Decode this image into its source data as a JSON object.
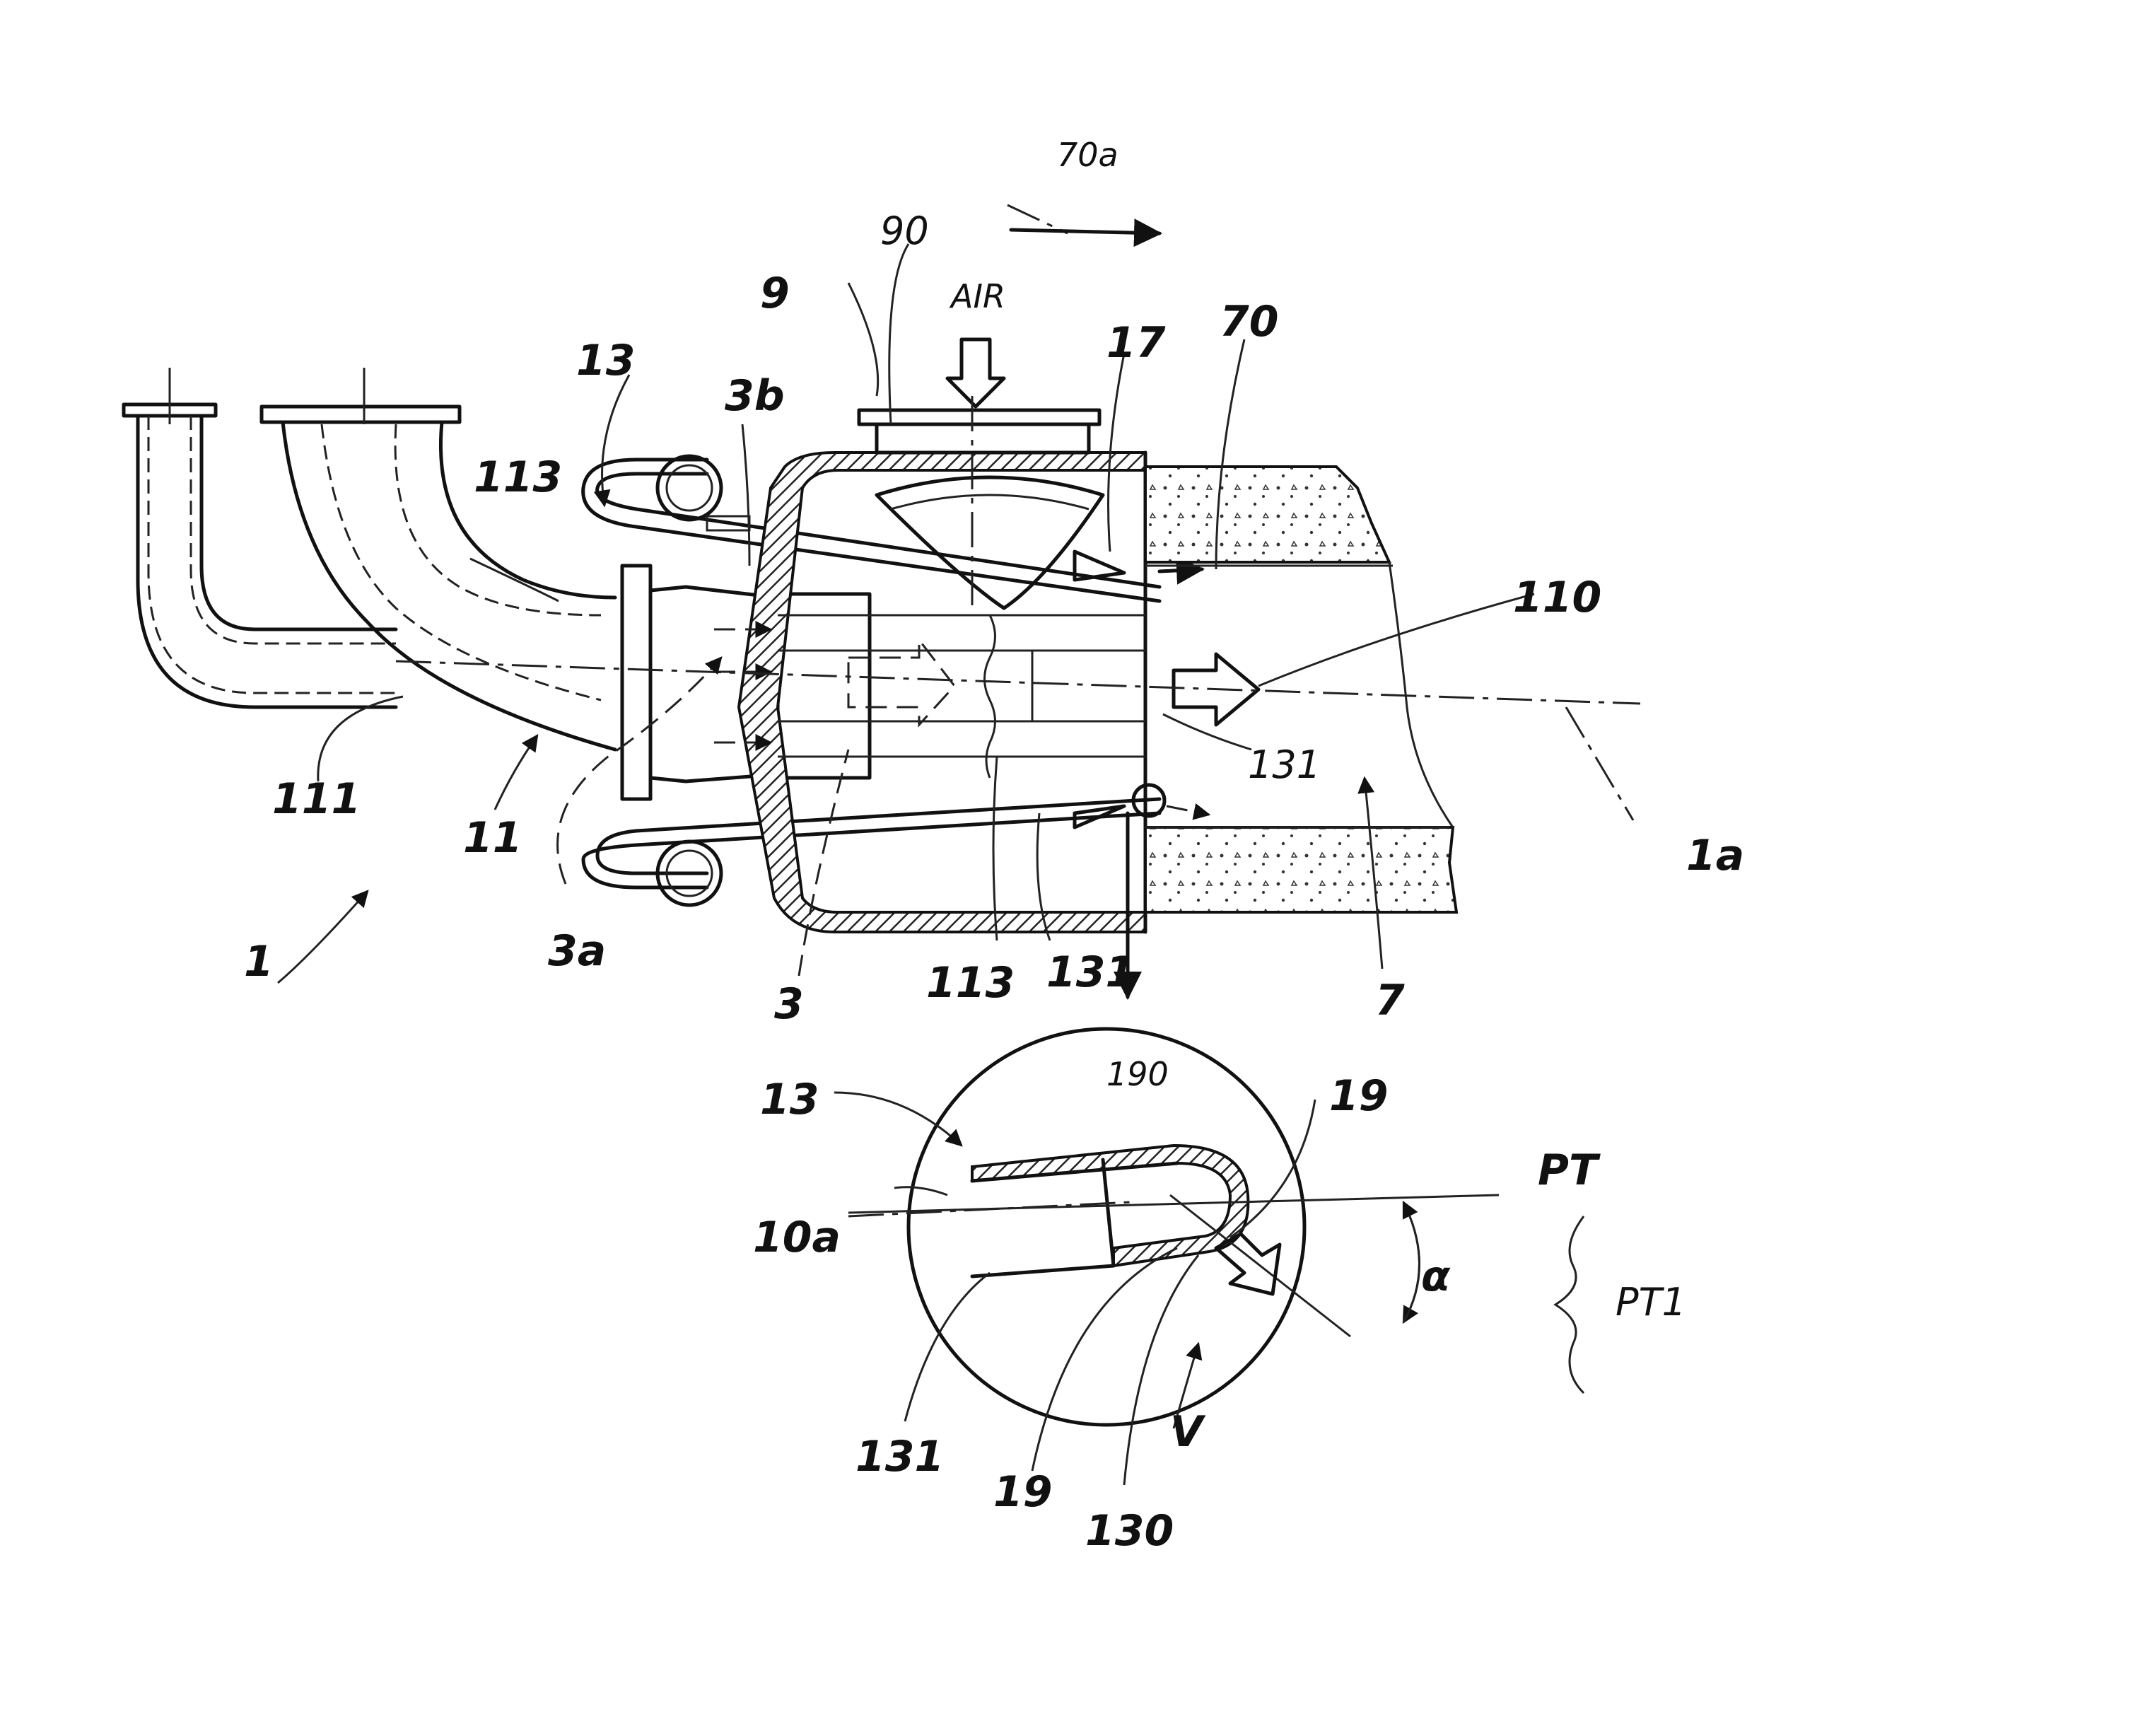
{
  "labels": {
    "l_70a": "70a",
    "l_90": "90",
    "l_air": "AIR",
    "l_9": "9",
    "l_17": "17",
    "l_70": "70",
    "l_13_top": "13",
    "l_3b": "3b",
    "l_113_top": "113",
    "l_110": "110",
    "l_131_mid": "131",
    "l_111": "111",
    "l_11": "11",
    "l_1a": "1a",
    "l_1": "1",
    "l_3a": "3a",
    "l_3": "3",
    "l_113_bot": "113",
    "l_131_bot": "131",
    "l_7": "7",
    "l_190": "190",
    "l_13_det": "13",
    "l_19_top": "19",
    "l_pt": "PT",
    "l_10a": "10a",
    "l_alpha": "α",
    "l_pt1": "PT1",
    "l_131_det": "131",
    "l_19_det": "19",
    "l_130": "130",
    "l_v": "V"
  }
}
